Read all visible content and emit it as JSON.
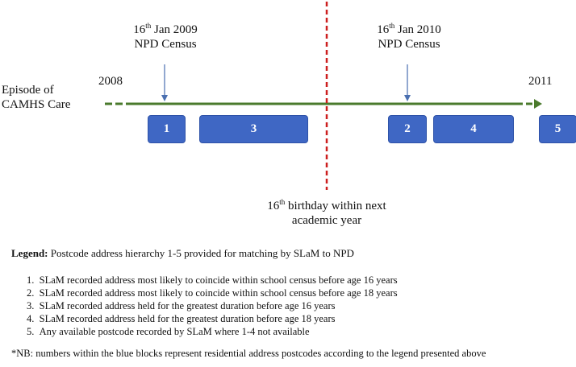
{
  "census_left": {
    "day": "16",
    "sup": "th",
    "rest": " Jan 2009",
    "line2": "NPD Census"
  },
  "census_right": {
    "day": "16",
    "sup": "th",
    "rest": " Jan 2010",
    "line2": "NPD Census"
  },
  "year_start": "2008",
  "year_end": "2011",
  "episode_label": {
    "line1": "Episode of",
    "line2": "CAMHS Care"
  },
  "blocks": [
    "1",
    "3",
    "2",
    "4",
    "5"
  ],
  "birthday": {
    "day": "16",
    "sup": "th",
    "rest": " birthday within next",
    "line2": "academic year"
  },
  "legend": {
    "heading": "Legend:",
    "text": " Postcode address hierarchy 1-5 provided for matching by SLaM to NPD",
    "items": [
      "SLaM recorded address most likely to coincide within school census before age 16 years",
      "SLaM recorded address most likely to coincide within school census before age 18 years",
      "SLaM recorded address held for the greatest duration before age 16 years",
      "SLaM recorded address held for the greatest duration before age 18 years",
      "Any available postcode recorded by SLaM where 1-4 not available"
    ]
  },
  "note": "*NB: numbers within the blue blocks represent residential address postcodes according to the legend presented above",
  "colors": {
    "timeline": "#4a7a2c",
    "block": "#3f67c4",
    "divider": "#cc1f1f",
    "arrow": "#4a6fb0"
  }
}
